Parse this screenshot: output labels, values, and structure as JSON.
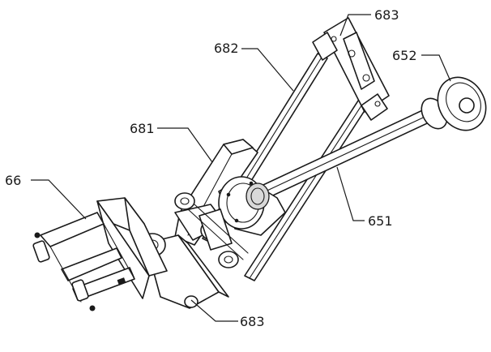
{
  "figure": {
    "labels": {
      "rod_651": "651",
      "disc_652": "652",
      "bracket_66": "66",
      "guide_681": "681",
      "frame_682": "682",
      "clamp_683_top": "683",
      "clamp_683_bottom": "683"
    },
    "colors": {
      "line": "#1a1a1a",
      "background": "#ffffff",
      "shade": "#d9d9d9"
    }
  }
}
